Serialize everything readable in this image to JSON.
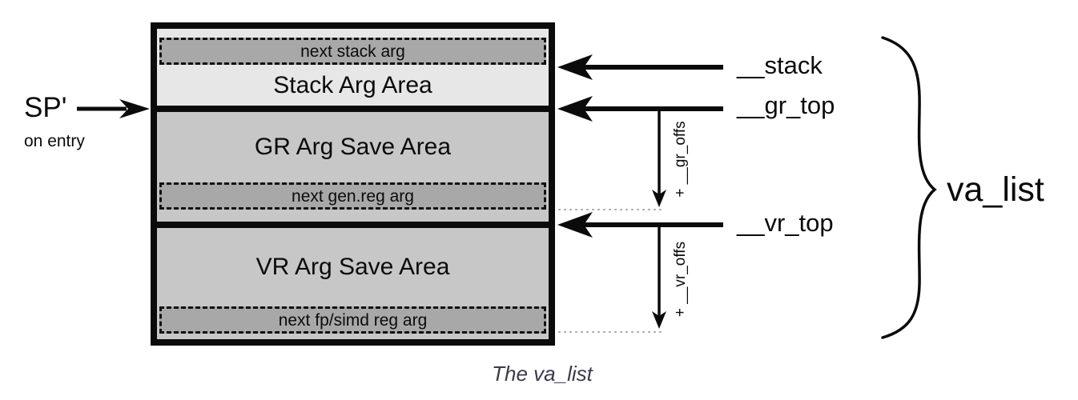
{
  "diagram": {
    "caption": "The va_list",
    "left_annotation": {
      "sp_label": "SP'",
      "sp_subtitle": "on entry"
    },
    "memory_box": {
      "areas": [
        {
          "title": "Stack Arg Area",
          "slot_label": "next stack arg"
        },
        {
          "title": "GR Arg Save Area",
          "slot_label": "next gen.reg arg"
        },
        {
          "title": "VR Arg Save Area",
          "slot_label": "next fp/simd reg arg"
        }
      ]
    },
    "pointers": {
      "stack": "__stack",
      "gr_top": "__gr_top",
      "vr_top": "__vr_top"
    },
    "offsets": {
      "gr": "+ __gr_offs",
      "vr": "+ __vr_offs"
    },
    "brace_label": "va_list",
    "colors": {
      "stack_area_fill": "#e7e7e7",
      "save_area_fill": "#c7c7c7",
      "slot_fill": "#a8a8a8",
      "line_black": "#0b0b0b",
      "dotted_gray": "#999999",
      "caption_text": "#3a3a4a"
    }
  }
}
